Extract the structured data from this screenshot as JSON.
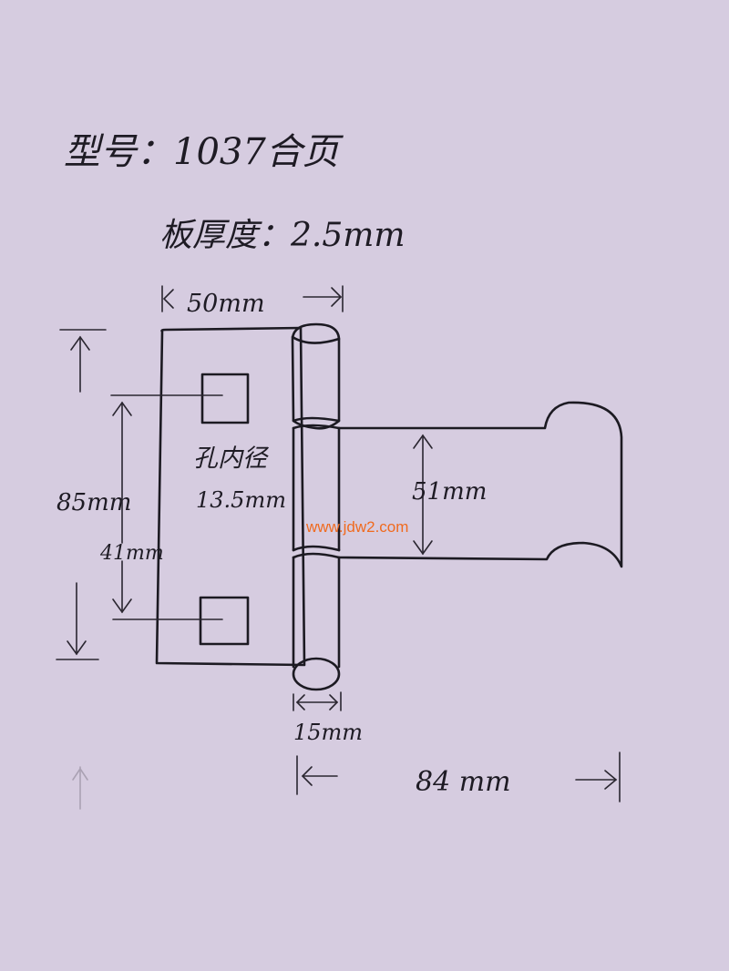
{
  "header": {
    "model_line": "型号：1037合页",
    "thickness_line": "板厚度：2.5mm"
  },
  "dimensions": {
    "width_top": "50mm",
    "height_left": "85mm",
    "hole_spacing": "41mm",
    "hole_label": "孔内径",
    "hole_diameter": "13.5mm",
    "leaf_height": "51mm",
    "knuckle_width": "15mm",
    "total_width": "84 mm"
  },
  "watermark": "www.jdw2.com",
  "colors": {
    "paper": "#d6cce0",
    "ink": "#1c1a22",
    "watermark": "#f06a1e"
  }
}
